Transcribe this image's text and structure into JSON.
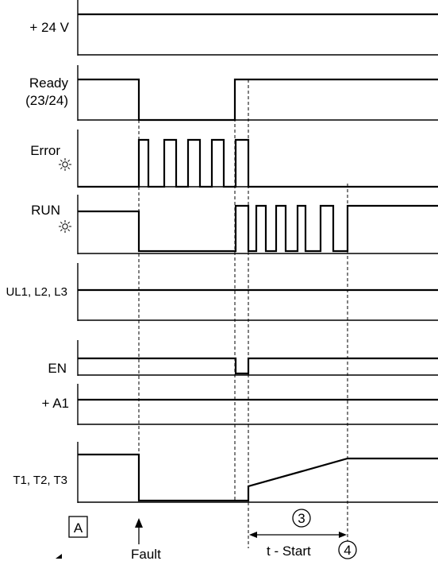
{
  "signals": {
    "v24": "+ 24 V",
    "ready_line1": "Ready",
    "ready_line2": "(23/24)",
    "error": "Error",
    "run": "RUN",
    "ul": "UL1, L2, L3",
    "en": "EN",
    "a1": "+ A1",
    "t": "T1, T2, T3"
  },
  "markers": {
    "box_a": "A",
    "fault": "Fault",
    "circle_3": "3",
    "t_start": "t - Start",
    "circle_4": "4"
  },
  "icons": {
    "led": "sun-led-icon"
  }
}
